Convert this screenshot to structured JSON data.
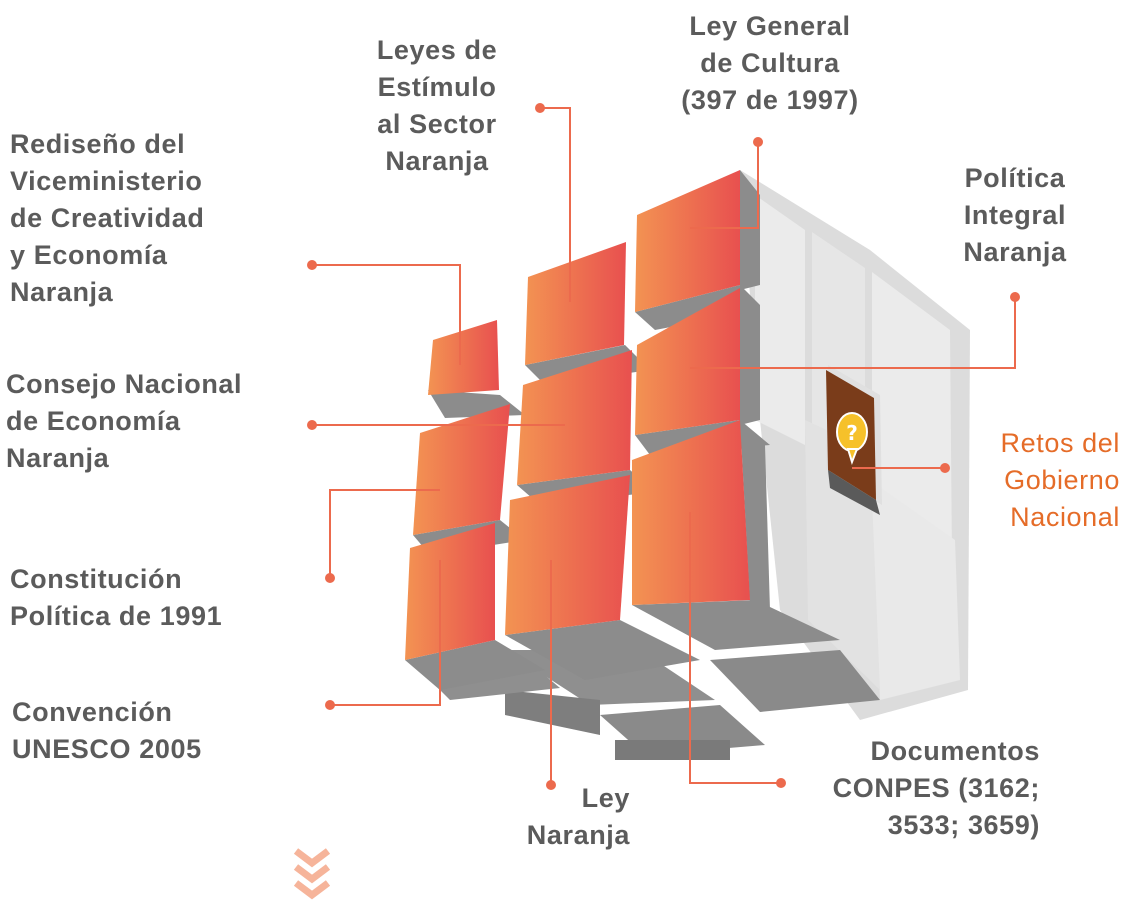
{
  "labels": {
    "rediseno": "Rediseño del\nViceministerio\nde Creatividad\ny Economía\nNaranja",
    "leyes_estimulo": "Leyes de\nEstímulo\nal Sector\nNaranja",
    "ley_general": "Ley General\nde Cultura\n(397 de 1997)",
    "politica_integral": "Política\nIntegral\nNaranja",
    "consejo": "Consejo Nacional\nde Economía\nNaranja",
    "retos": "Retos del\nGobierno\nNacional",
    "constitucion": "Constitución\nPolítica de 1991",
    "convencion": "Convención\nUNESCO 2005",
    "documentos": "Documentos\nCONPES (3162;\n3533; 3659)",
    "ley_naranja": "Ley\nNaranja"
  },
  "colors": {
    "orange_light": "#f39352",
    "orange_dark": "#e8504f",
    "line": "#ec6a4d",
    "text": "#5b5b5b",
    "accent_text": "#e56c28",
    "center_tile": "#7a3c1a",
    "bubble": "#f6c12a"
  },
  "icons": {
    "center": "question-bubble-icon",
    "bottom": "chevrons-down-icon"
  }
}
